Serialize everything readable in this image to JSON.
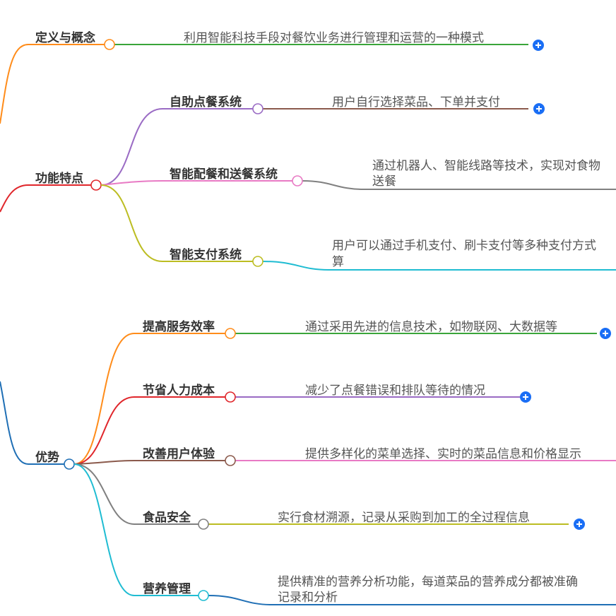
{
  "colors": {
    "orange": "#ff8c1a",
    "red": "#e0262b",
    "blue": "#1f6fb5",
    "green": "#3aa53a",
    "purple": "#9a6bc4",
    "brown": "#8b5a4c",
    "pink": "#e87ac4",
    "gray": "#808080",
    "olive": "#bcbd22",
    "cyan": "#1fbcd2",
    "plus": "#1a6ef5"
  },
  "branches": {
    "definition": {
      "label": "定义与概念",
      "leaf": "利用智能科技手段对餐饮业务进行管理和运营的一种模式"
    },
    "features": {
      "label": "功能特点",
      "children": [
        {
          "label": "自助点餐系统",
          "leaf": "用户自行选择菜品、下单并支付"
        },
        {
          "label": "智能配餐和送餐系统",
          "leaf_lines": [
            "通过机器人、智能线路等技术，实现对食物",
            "送餐"
          ]
        },
        {
          "label": "智能支付系统",
          "leaf_lines": [
            "用户可以通过手机支付、刷卡支付等多种支付方式",
            "算"
          ]
        }
      ]
    },
    "advantages": {
      "label": "优势",
      "children": [
        {
          "label": "提高服务效率",
          "leaf": "通过采用先进的信息技术，如物联网、大数据等"
        },
        {
          "label": "节省人力成本",
          "leaf": "减少了点餐错误和排队等待的情况"
        },
        {
          "label": "改善用户体验",
          "leaf": "提供多样化的菜单选择、实时的菜品信息和价格显示"
        },
        {
          "label": "食品安全",
          "leaf": "实行食材溯源，记录从采购到加工的全过程信息"
        },
        {
          "label": "营养管理",
          "leaf_lines": [
            "提供精准的营养分析功能，每道菜品的营养成分都被准确",
            "记录和分析"
          ]
        }
      ]
    }
  },
  "icons": {
    "expand": "plus-circle-icon"
  }
}
